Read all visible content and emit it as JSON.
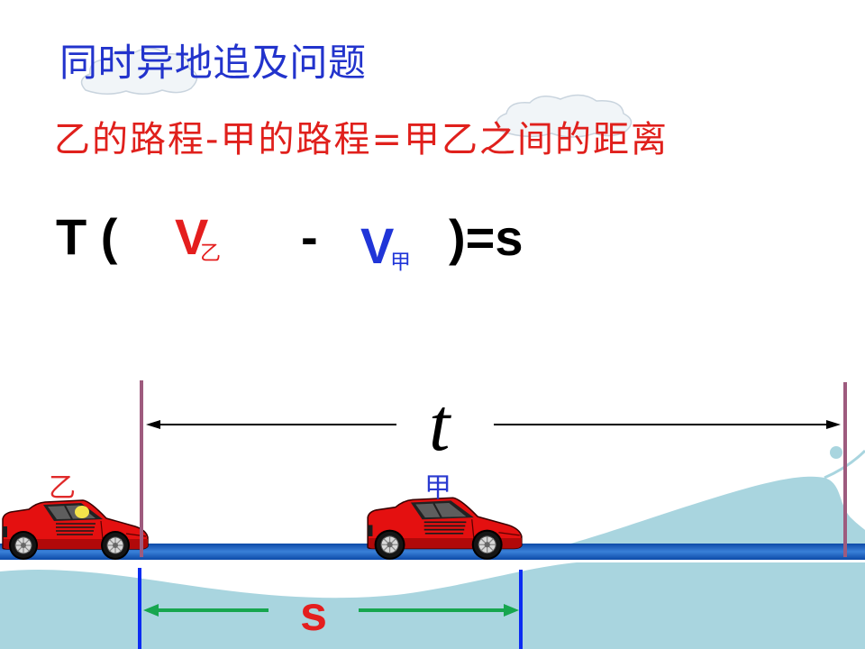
{
  "slide": {
    "title": "同时异地追及问题",
    "relation": "乙的路程-甲的路程=甲乙之间的距离",
    "equation": {
      "prefix": "T (",
      "v_yi": "V",
      "v_yi_subscript": "乙",
      "operator": "-",
      "v_jia": "V",
      "v_jia_subscript": "甲",
      "suffix": ")=s"
    }
  },
  "diagram": {
    "time_label": "t",
    "car_yi_label": "乙",
    "car_jia_label": "甲",
    "distance_label": "s",
    "icons": {
      "car_yi": "car-icon",
      "car_jia": "car-icon",
      "title_cloud": "cloud-icon",
      "relation_cloud": "cloud-icon"
    }
  },
  "colors": {
    "title": "#2233cc",
    "relation": "#e0201c",
    "equation_text": "#000000",
    "v_yi": "#e41e1e",
    "v_jia": "#2035d8",
    "label_yi": "#e02a2a",
    "label_jia": "#2a3ad0",
    "distance": "#e41e1e",
    "road": "#0d4aa8",
    "water": "#a9d5df",
    "time_marker": "#9e5b7e",
    "distance_marker": "#0b2cf2",
    "distance_arrow": "#17a64f",
    "car_body": "#e41010"
  }
}
